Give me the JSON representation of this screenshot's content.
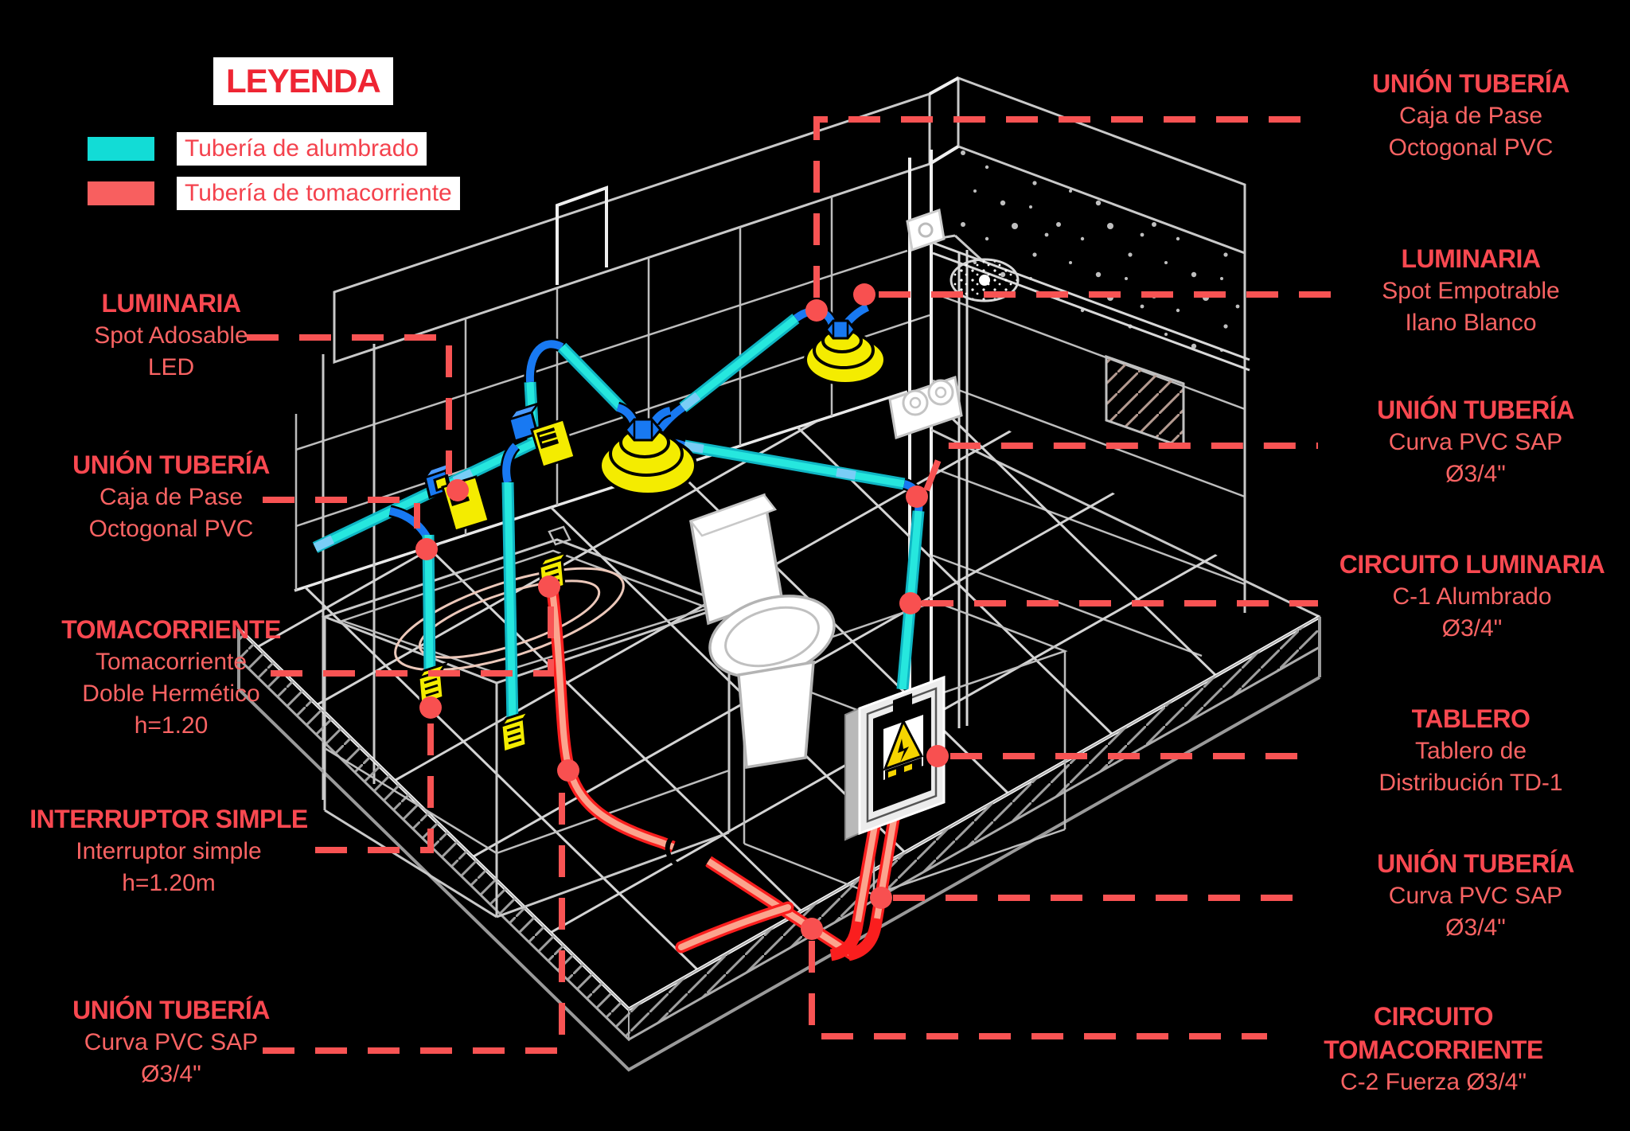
{
  "legend": {
    "title": "LEYENDA",
    "items": [
      {
        "name": "tuberia-alumbrado",
        "label": "Tubería de alumbrado",
        "color": "#12dcd6"
      },
      {
        "name": "tuberia-tomacorriente",
        "label": "Tubería de tomacorriente",
        "color": "#f85f5f"
      }
    ]
  },
  "callouts_left": [
    {
      "title": "LUMINARIA",
      "lines": [
        "Spot Adosable",
        "LED"
      ]
    },
    {
      "title": "UNIÓN TUBERÍA",
      "lines": [
        "Caja de Pase",
        "Octogonal PVC"
      ]
    },
    {
      "title": "TOMACORRIENTE",
      "lines": [
        "Tomacorriente",
        "Doble Hermético",
        "h=1.20"
      ]
    },
    {
      "title": "INTERRUPTOR SIMPLE",
      "lines": [
        "Interruptor simple",
        "h=1.20m"
      ]
    },
    {
      "title": "UNIÓN TUBERÍA",
      "lines": [
        "Curva PVC SAP",
        "Ø3/4\""
      ]
    }
  ],
  "callouts_right": [
    {
      "title": "UNIÓN TUBERÍA",
      "lines": [
        "Caja de Pase",
        "Octogonal PVC"
      ]
    },
    {
      "title": "LUMINARIA",
      "lines": [
        "Spot Empotrable",
        "Ilano Blanco"
      ]
    },
    {
      "title": "UNIÓN TUBERÍA",
      "lines": [
        "Curva PVC SAP",
        "Ø3/4\""
      ]
    },
    {
      "title": "CIRCUITO LUMINARIA",
      "lines": [
        "C-1 Alumbrado",
        "Ø3/4\""
      ]
    },
    {
      "title": "TABLERO",
      "lines": [
        "Tablero de",
        "Distribución TD-1"
      ]
    },
    {
      "title": "UNIÓN TUBERÍA",
      "lines": [
        "Curva PVC SAP",
        "Ø3/4\""
      ]
    },
    {
      "title": "CIRCUITO TOMACORRIENTE",
      "lines": [
        "C-2 Fuerza Ø3/4\""
      ]
    }
  ],
  "colors": {
    "background": "#000000",
    "legend_heading": "#ee2533",
    "legend_text": "#f4424d",
    "label_title": "#f94850",
    "label_body": "#f96363",
    "callout_dash": "#f85353",
    "junction_dot": "#f85050",
    "lighting_conduit": "#26e7de",
    "lighting_conduit_edge": "#0fb6c4",
    "outlet_conduit_core": "#fba48e",
    "outlet_conduit_edge": "#fa1e1e",
    "fitting_blue": "#1879f2",
    "fixture_yellow": "#f4ec00",
    "structure_gray": "#c9c9c9"
  }
}
